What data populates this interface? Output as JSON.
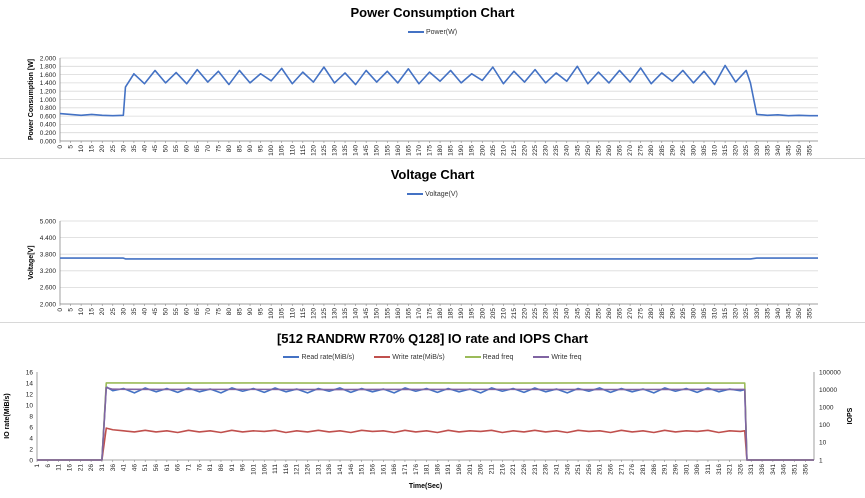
{
  "chart_data": [
    {
      "type": "line",
      "title": "Power Consumption Chart",
      "ylabel": "Power Consumption [W]",
      "xlabel": "",
      "ylim": [
        0,
        2
      ],
      "y_ticks": [
        "0.000",
        "0.200",
        "0.400",
        "0.600",
        "0.800",
        "1.000",
        "1.200",
        "1.400",
        "1.600",
        "1.800",
        "2.000"
      ],
      "x_ticks": [
        "0",
        "5",
        "10",
        "15",
        "20",
        "25",
        "30",
        "35",
        "40",
        "45",
        "50",
        "55",
        "60",
        "65",
        "70",
        "75",
        "80",
        "85",
        "90",
        "95",
        "100",
        "105",
        "110",
        "115",
        "120",
        "125",
        "130",
        "135",
        "140",
        "145",
        "150",
        "155",
        "160",
        "165",
        "170",
        "175",
        "180",
        "185",
        "190",
        "195",
        "200",
        "205",
        "210",
        "215",
        "220",
        "225",
        "230",
        "235",
        "240",
        "245",
        "250",
        "255",
        "260",
        "265",
        "270",
        "275",
        "280",
        "285",
        "290",
        "295",
        "300",
        "305",
        "310",
        "315",
        "320",
        "325",
        "330",
        "335",
        "340",
        "345",
        "350",
        "355"
      ],
      "xlim": [
        0,
        359
      ],
      "legend": "top-center",
      "grid": true,
      "series": [
        {
          "name": "Power(W)",
          "color": "#4472c4",
          "x": [
            0,
            5,
            10,
            15,
            20,
            25,
            30,
            31,
            35,
            40,
            45,
            50,
            55,
            60,
            65,
            70,
            75,
            80,
            85,
            90,
            95,
            100,
            105,
            110,
            115,
            120,
            125,
            130,
            135,
            140,
            145,
            150,
            155,
            160,
            165,
            170,
            175,
            180,
            185,
            190,
            195,
            200,
            205,
            210,
            215,
            220,
            225,
            230,
            235,
            240,
            245,
            250,
            255,
            260,
            265,
            270,
            275,
            280,
            285,
            290,
            295,
            300,
            305,
            310,
            315,
            320,
            325,
            327,
            330,
            335,
            340,
            345,
            350,
            355,
            359
          ],
          "values": [
            0.66,
            0.64,
            0.62,
            0.64,
            0.62,
            0.61,
            0.62,
            1.3,
            1.62,
            1.38,
            1.7,
            1.4,
            1.65,
            1.38,
            1.72,
            1.42,
            1.68,
            1.36,
            1.7,
            1.4,
            1.62,
            1.45,
            1.75,
            1.38,
            1.66,
            1.42,
            1.78,
            1.4,
            1.64,
            1.36,
            1.7,
            1.42,
            1.68,
            1.4,
            1.74,
            1.38,
            1.66,
            1.44,
            1.7,
            1.4,
            1.62,
            1.46,
            1.78,
            1.38,
            1.68,
            1.42,
            1.72,
            1.4,
            1.64,
            1.44,
            1.8,
            1.38,
            1.66,
            1.4,
            1.7,
            1.42,
            1.76,
            1.38,
            1.64,
            1.44,
            1.7,
            1.4,
            1.68,
            1.36,
            1.82,
            1.42,
            1.7,
            1.4,
            0.64,
            0.62,
            0.63,
            0.61,
            0.62,
            0.61,
            0.61
          ]
        }
      ]
    },
    {
      "type": "line",
      "title": "Voltage Chart",
      "ylabel": "Voltage[V]",
      "xlabel": "",
      "ylim": [
        2,
        5
      ],
      "y_ticks": [
        "2.000",
        "2.600",
        "3.200",
        "3.800",
        "4.400",
        "5.000"
      ],
      "x_ticks": [
        "0",
        "5",
        "10",
        "15",
        "20",
        "25",
        "30",
        "35",
        "40",
        "45",
        "50",
        "55",
        "60",
        "65",
        "70",
        "75",
        "80",
        "85",
        "90",
        "95",
        "100",
        "105",
        "110",
        "115",
        "120",
        "125",
        "130",
        "135",
        "140",
        "145",
        "150",
        "155",
        "160",
        "165",
        "170",
        "175",
        "180",
        "185",
        "190",
        "195",
        "200",
        "205",
        "210",
        "215",
        "220",
        "225",
        "230",
        "235",
        "240",
        "245",
        "250",
        "255",
        "260",
        "265",
        "270",
        "275",
        "280",
        "285",
        "290",
        "295",
        "300",
        "305",
        "310",
        "315",
        "320",
        "325",
        "330",
        "335",
        "340",
        "345",
        "350",
        "355"
      ],
      "xlim": [
        0,
        359
      ],
      "legend": "top-center",
      "grid": true,
      "series": [
        {
          "name": "Voltage(V)",
          "color": "#4472c4",
          "x": [
            0,
            30,
            31,
            327,
            330,
            359
          ],
          "values": [
            3.66,
            3.66,
            3.63,
            3.63,
            3.66,
            3.66
          ]
        }
      ]
    },
    {
      "type": "line",
      "title": "[512 RANDRW R70% Q128] IO rate and IOPS Chart",
      "ylabel": "IO rate(MiB/s)",
      "y2label": "IOPS",
      "xlabel": "Time(Sec)",
      "ylim": [
        0,
        16
      ],
      "y2lim": [
        1,
        100000
      ],
      "y2scale": "log",
      "y_ticks": [
        "0",
        "2",
        "4",
        "6",
        "8",
        "10",
        "12",
        "14",
        "16"
      ],
      "y2_ticks": [
        "1",
        "10",
        "100",
        "1000",
        "10000",
        "100000"
      ],
      "x_ticks": [
        "1",
        "6",
        "11",
        "16",
        "21",
        "26",
        "31",
        "36",
        "41",
        "46",
        "51",
        "56",
        "61",
        "66",
        "71",
        "76",
        "81",
        "86",
        "91",
        "96",
        "101",
        "106",
        "111",
        "116",
        "121",
        "126",
        "131",
        "136",
        "141",
        "146",
        "151",
        "156",
        "161",
        "166",
        "171",
        "176",
        "181",
        "186",
        "191",
        "196",
        "201",
        "206",
        "211",
        "216",
        "221",
        "226",
        "231",
        "236",
        "241",
        "246",
        "251",
        "256",
        "261",
        "266",
        "271",
        "276",
        "281",
        "286",
        "291",
        "296",
        "301",
        "306",
        "311",
        "316",
        "321",
        "326",
        "331",
        "336",
        "341",
        "346",
        "351",
        "356"
      ],
      "xlim": [
        1,
        360
      ],
      "legend": "top-center",
      "grid": false,
      "series": [
        {
          "name": "Read rate(MiB/s)",
          "color": "#4472c4",
          "x": [
            1,
            30,
            31,
            33,
            36,
            41,
            46,
            51,
            56,
            61,
            66,
            71,
            76,
            81,
            86,
            91,
            96,
            101,
            106,
            111,
            116,
            121,
            126,
            131,
            136,
            141,
            146,
            151,
            156,
            161,
            166,
            171,
            176,
            181,
            186,
            191,
            196,
            201,
            206,
            211,
            216,
            221,
            226,
            231,
            236,
            241,
            246,
            251,
            256,
            261,
            266,
            271,
            276,
            281,
            286,
            291,
            296,
            301,
            306,
            311,
            316,
            321,
            326,
            328,
            329,
            360
          ],
          "values": [
            0,
            0,
            0,
            13.3,
            12.6,
            13.0,
            12.2,
            13.1,
            12.4,
            13.0,
            12.3,
            13.1,
            12.4,
            12.9,
            12.2,
            13.1,
            12.5,
            13.0,
            12.3,
            13.1,
            12.4,
            12.9,
            12.2,
            13.0,
            12.5,
            13.1,
            12.3,
            13.0,
            12.4,
            12.9,
            12.2,
            13.1,
            12.5,
            13.0,
            12.3,
            13.0,
            12.4,
            12.9,
            12.2,
            13.1,
            12.5,
            13.0,
            12.3,
            13.1,
            12.4,
            12.9,
            12.2,
            13.0,
            12.5,
            13.1,
            12.3,
            13.0,
            12.4,
            12.9,
            12.2,
            13.1,
            12.5,
            13.0,
            12.3,
            13.1,
            12.4,
            12.9,
            12.6,
            12.8,
            0,
            0
          ]
        },
        {
          "name": "Write rate(MiB/s)",
          "color": "#c0504d",
          "x": [
            1,
            30,
            31,
            33,
            36,
            41,
            46,
            51,
            56,
            61,
            66,
            71,
            76,
            81,
            86,
            91,
            96,
            101,
            106,
            111,
            116,
            121,
            126,
            131,
            136,
            141,
            146,
            151,
            156,
            161,
            166,
            171,
            176,
            181,
            186,
            191,
            196,
            201,
            206,
            211,
            216,
            221,
            226,
            231,
            236,
            241,
            246,
            251,
            256,
            261,
            266,
            271,
            276,
            281,
            286,
            291,
            296,
            301,
            306,
            311,
            316,
            321,
            326,
            328,
            329,
            360
          ],
          "values": [
            0,
            0,
            0,
            5.8,
            5.5,
            5.3,
            5.1,
            5.4,
            5.1,
            5.3,
            5.0,
            5.4,
            5.1,
            5.3,
            5.0,
            5.4,
            5.1,
            5.3,
            5.2,
            5.4,
            5.0,
            5.3,
            5.1,
            5.4,
            5.1,
            5.3,
            5.0,
            5.4,
            5.2,
            5.3,
            5.0,
            5.4,
            5.1,
            5.3,
            5.0,
            5.4,
            5.1,
            5.3,
            5.2,
            5.4,
            5.0,
            5.3,
            5.1,
            5.4,
            5.1,
            5.3,
            5.0,
            5.4,
            5.2,
            5.3,
            5.0,
            5.4,
            5.1,
            5.3,
            5.0,
            5.4,
            5.1,
            5.3,
            5.2,
            5.4,
            5.0,
            5.3,
            5.2,
            5.3,
            0,
            0
          ]
        },
        {
          "name": "Read freq",
          "color": "#9bbb59",
          "axis": "y2",
          "x": [
            1,
            30,
            31,
            33,
            60,
            100,
            140,
            180,
            220,
            260,
            300,
            328,
            329,
            360
          ],
          "values": [
            1,
            1,
            1,
            24000,
            23500,
            23800,
            23600,
            23900,
            23500,
            23800,
            23600,
            23700,
            1,
            1
          ]
        },
        {
          "name": "Write freq",
          "color": "#8064a2",
          "axis": "y2",
          "x": [
            1,
            30,
            31,
            33,
            36,
            60,
            100,
            140,
            180,
            220,
            260,
            300,
            328,
            329,
            360
          ],
          "values": [
            1,
            1,
            1,
            13000,
            10500,
            10200,
            10300,
            10100,
            10200,
            10300,
            10100,
            10200,
            10200,
            1,
            1
          ]
        }
      ]
    }
  ]
}
